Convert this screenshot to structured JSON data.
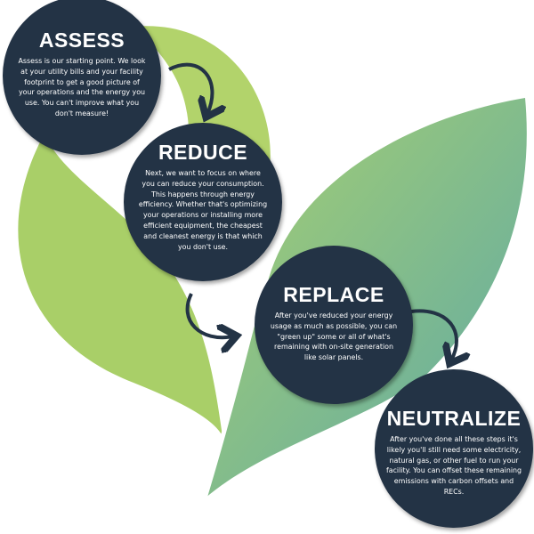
{
  "steps": [
    {
      "title": "ASSESS",
      "text": "Assess is our starting point. We look at your utility bills and your facility footprint to get a good picture of your operations and the energy you use. You can't improve what you don't measure!"
    },
    {
      "title": "REDUCE",
      "text": "Next, we want to focus on where you can reduce your consumption. This happens through energy efficiency. Whether that's optimizing your operations or installing more efficient equipment, the cheapest and cleanest energy is that which you don't use."
    },
    {
      "title": "REPLACE",
      "text": "After you've reduced your energy usage as much as possible, you can \"green up\" some or all of what's remaining with on-site generation like solar panels."
    },
    {
      "title": "NEUTRALIZE",
      "text": "After you've done all these steps it's likely you'll still need some electricity, natural gas, or other fuel to run your facility. You can offset these remaining emissions with carbon offsets and RECs."
    }
  ],
  "colors": {
    "circle": "#233345",
    "leaf_light": "#b2d36b",
    "leaf_teal": "#6fb4a8"
  }
}
